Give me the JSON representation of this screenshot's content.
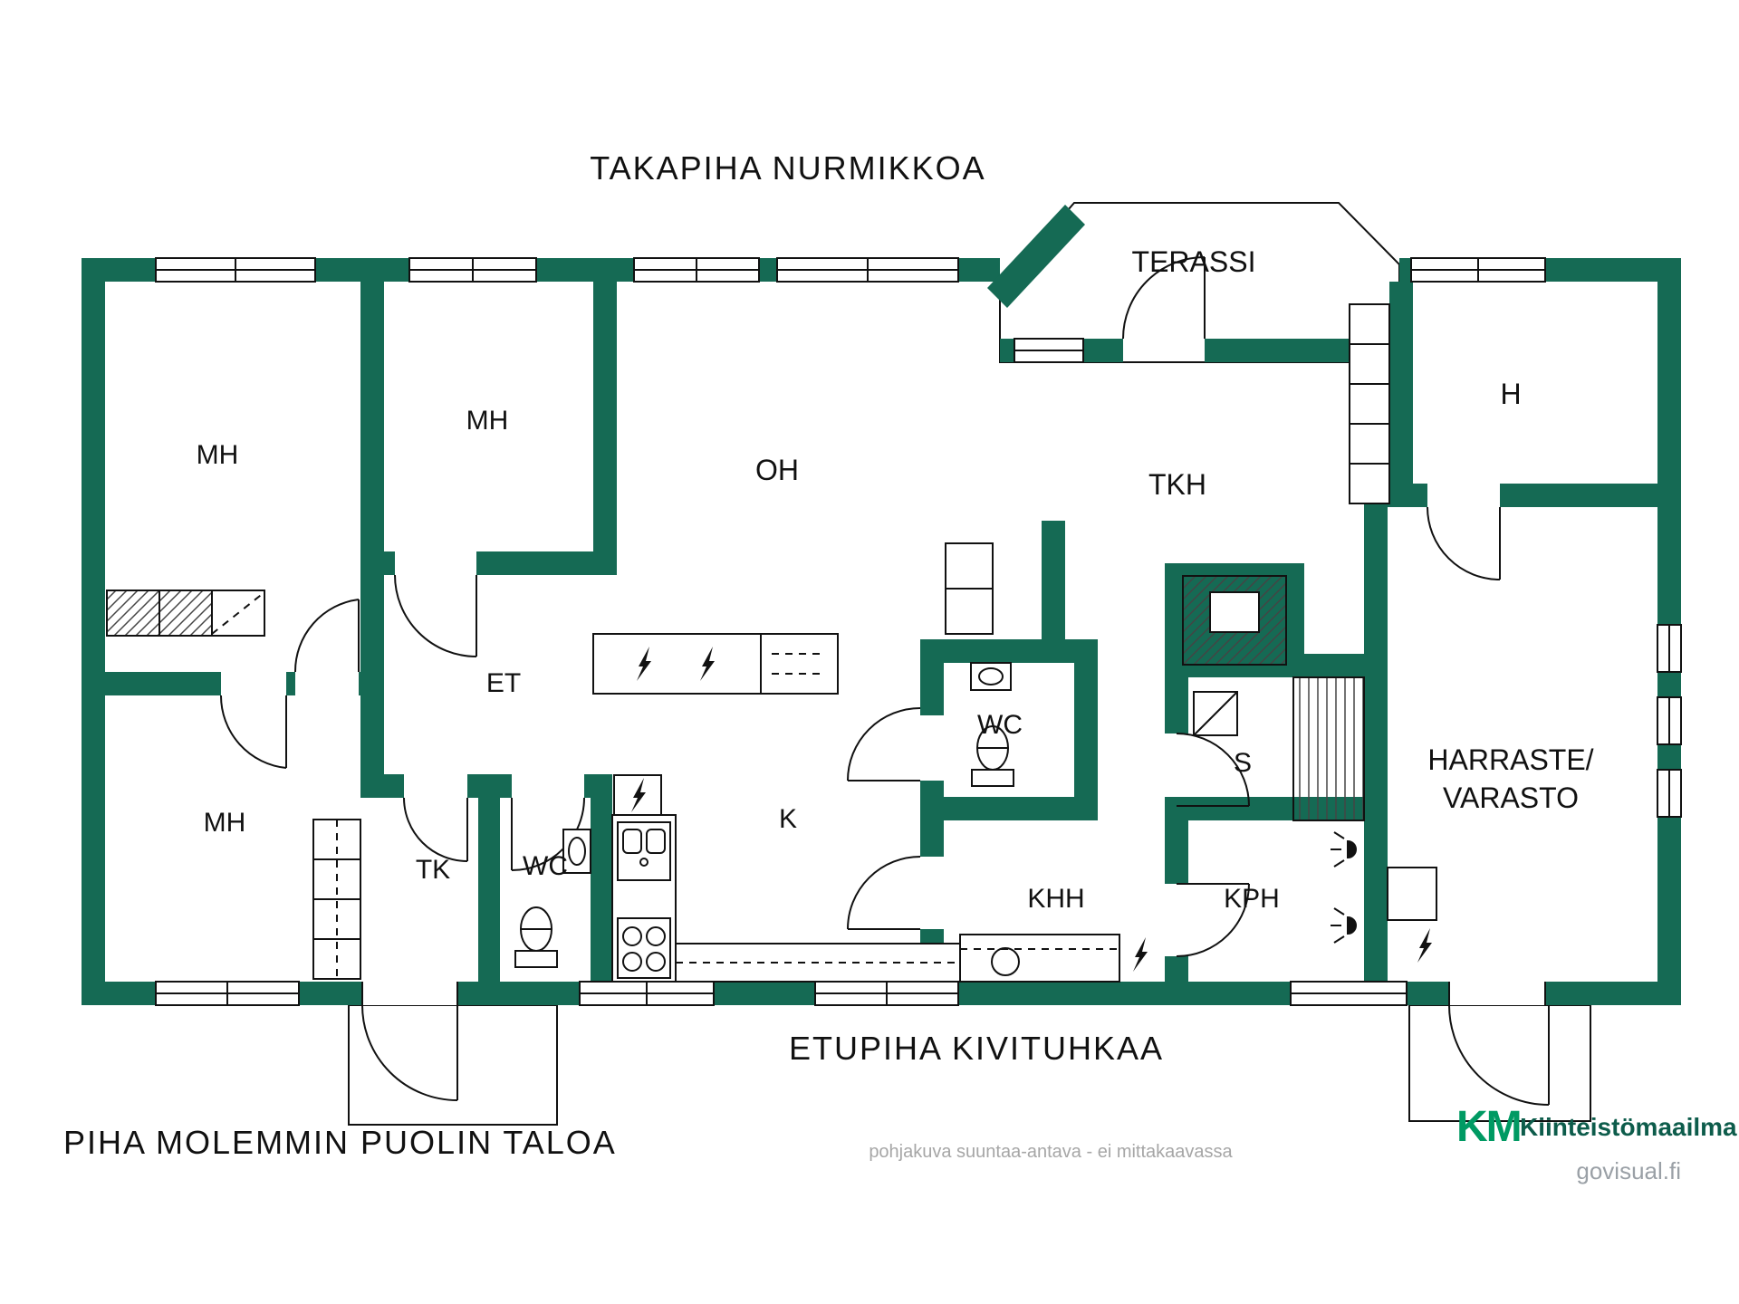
{
  "colors": {
    "wall_green": "#156a54",
    "brand_green": "#009a63",
    "brand_dark": "#0d5c4b",
    "muted_gray": "#a6a6a6"
  },
  "titles": {
    "backyard": "TAKAPIHA NURMIKKOA",
    "frontyard": "ETUPIHA KIVITUHKAA",
    "yard_note": "PIHA MOLEMMIN PUOLIN TALOA",
    "disclaimer": "pohjakuva suuntaa-antava - ei mittakaavassa"
  },
  "branding": {
    "logo_mark": "KM",
    "logo_name": "Kiinteistömaailma",
    "watermark": "govisual.fi"
  },
  "rooms": {
    "mh1": "MH",
    "mh2": "MH",
    "mh3": "MH",
    "oh": "OH",
    "et": "ET",
    "k": "K",
    "tk": "TK",
    "wc_left": "WC",
    "wc_mid": "WC",
    "khh": "KHH",
    "kph": "KPH",
    "s": "S",
    "tkh": "TKH",
    "h": "H",
    "terassi": "TERASSI",
    "harraste_line1": "HARRASTE/",
    "harraste_line2": "VARASTO"
  }
}
